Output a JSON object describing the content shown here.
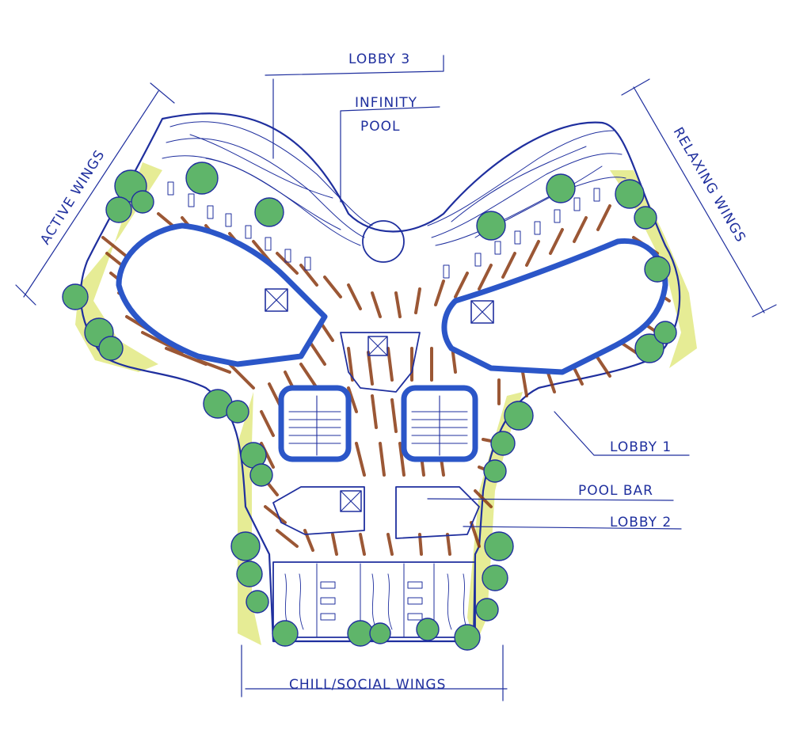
{
  "labels": {
    "lobby3": "LOBBY 3",
    "infinity_pool": "INFINITY",
    "infinity_pool_2": "POOL",
    "active_wings": "ACTIVE WINGS",
    "relaxing_wings": "RELAXING WINGS",
    "lobby1": "LOBBY 1",
    "pool_bar": "POOL BAR",
    "lobby2": "LOBBY 2",
    "chill_social_wings": "CHILL/SOCIAL WINGS"
  },
  "colors": {
    "ink": "#1f2f9e",
    "water": "#2b56c8",
    "deck": "#8a3a12",
    "tree": "#5fb56a",
    "lawn": "#e3ea8a"
  }
}
